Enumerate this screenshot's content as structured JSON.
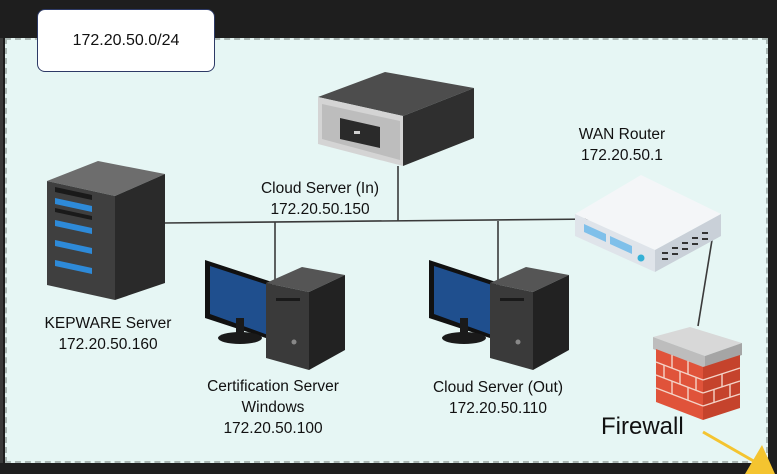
{
  "subnet": {
    "label": "172.20.50.0/24"
  },
  "nodes": {
    "kepware": {
      "name": "KEPWARE Server",
      "ip": "172.20.50.160"
    },
    "cloud_in": {
      "name": "Cloud Server (In)",
      "ip": "172.20.50.150"
    },
    "wan_router": {
      "name": "WAN Router",
      "ip": "172.20.50.1"
    },
    "cert_server": {
      "name": "Certification Server",
      "os": "Windows",
      "ip": "172.20.50.100"
    },
    "cloud_out": {
      "name": "Cloud Server (Out)",
      "ip": "172.20.50.110"
    },
    "firewall": {
      "name": "Firewall"
    }
  },
  "colors": {
    "background": "#e6f6f4",
    "firewall_brick": "#e0533a",
    "arrow": "#f4c430",
    "monitor_screen": "#1f4f8e"
  }
}
